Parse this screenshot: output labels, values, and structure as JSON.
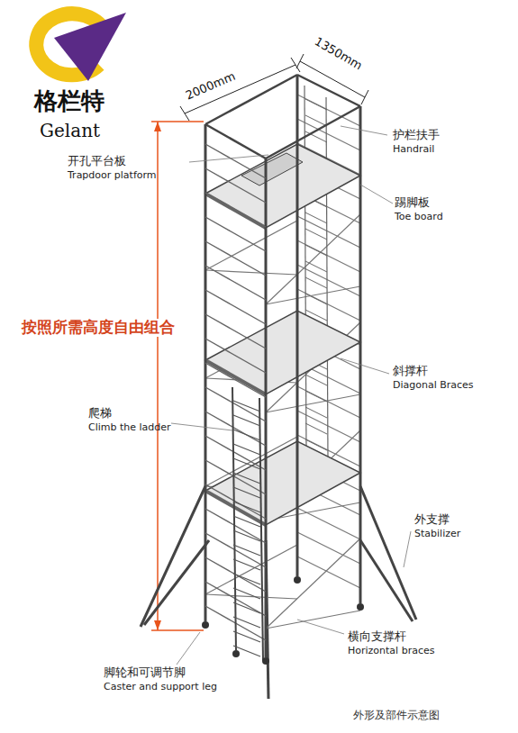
{
  "diagram": {
    "caption": "外形及部件示意图",
    "labels": [
      "格栏特",
      "Gelant",
      "2000mm",
      "1350mm",
      "护栏扶手",
      "Handrail",
      "开孔平台板",
      "Trapdoor platform",
      "踢脚板",
      "Toe board",
      "按照所需高度自由组合",
      "斜撑杆",
      "Diagonal Braces",
      "爬梯",
      "Climb the ladder",
      "外支撑",
      "Stabilizer",
      "横向支撑杆",
      "Horizontal braces",
      "脚轮和可调节脚",
      "Caster and support leg"
    ]
  }
}
